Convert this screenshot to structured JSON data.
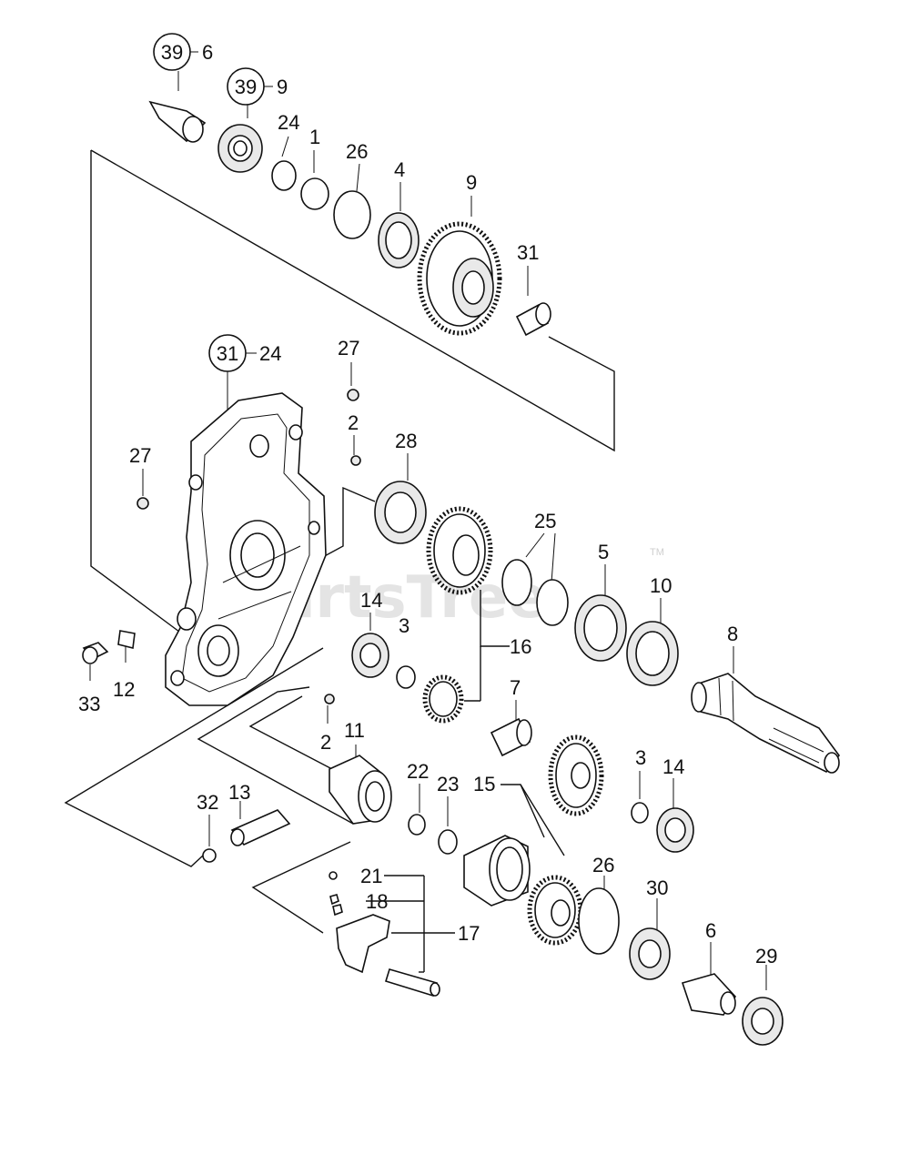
{
  "watermark": {
    "text": "PartsTree",
    "trademark": "TM"
  },
  "callouts": [
    {
      "id": "c39-6",
      "ref": "39",
      "num": "6"
    },
    {
      "id": "c39-9",
      "ref": "39",
      "num": "9"
    },
    {
      "id": "c31-24",
      "ref": "31",
      "num": "24"
    }
  ],
  "labels": [
    {
      "id": "l24a",
      "text": "24"
    },
    {
      "id": "l1",
      "text": "1"
    },
    {
      "id": "l26a",
      "text": "26"
    },
    {
      "id": "l4",
      "text": "4"
    },
    {
      "id": "l9",
      "text": "9"
    },
    {
      "id": "l31",
      "text": "31"
    },
    {
      "id": "l27a",
      "text": "27"
    },
    {
      "id": "l2a",
      "text": "2"
    },
    {
      "id": "l28",
      "text": "28"
    },
    {
      "id": "l27b",
      "text": "27"
    },
    {
      "id": "l25",
      "text": "25"
    },
    {
      "id": "l5",
      "text": "5"
    },
    {
      "id": "l10",
      "text": "10"
    },
    {
      "id": "l8",
      "text": "8"
    },
    {
      "id": "l14a",
      "text": "14"
    },
    {
      "id": "l3a",
      "text": "3"
    },
    {
      "id": "l16",
      "text": "16"
    },
    {
      "id": "l7",
      "text": "7"
    },
    {
      "id": "l33",
      "text": "33"
    },
    {
      "id": "l12",
      "text": "12"
    },
    {
      "id": "l2b",
      "text": "2"
    },
    {
      "id": "l11",
      "text": "11"
    },
    {
      "id": "l22",
      "text": "22"
    },
    {
      "id": "l23",
      "text": "23"
    },
    {
      "id": "l15",
      "text": "15"
    },
    {
      "id": "l3b",
      "text": "3"
    },
    {
      "id": "l14b",
      "text": "14"
    },
    {
      "id": "l32",
      "text": "32"
    },
    {
      "id": "l13",
      "text": "13"
    },
    {
      "id": "l21",
      "text": "21"
    },
    {
      "id": "l18",
      "text": "18"
    },
    {
      "id": "l17",
      "text": "17"
    },
    {
      "id": "l26b",
      "text": "26"
    },
    {
      "id": "l30",
      "text": "30"
    },
    {
      "id": "l6",
      "text": "6"
    },
    {
      "id": "l29",
      "text": "29"
    }
  ]
}
